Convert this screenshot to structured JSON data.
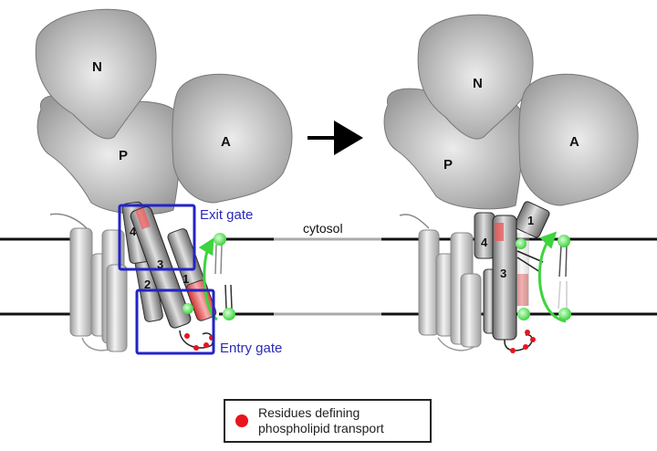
{
  "figure": {
    "left_state": {
      "domains": {
        "n": "N",
        "p": "P",
        "a": "A"
      },
      "helices": {
        "h1": "1",
        "h2": "2",
        "h3": "3",
        "h4": "4"
      },
      "gates": {
        "exit": "Exit gate",
        "entry": "Entry gate"
      },
      "compartment": "cytosol"
    },
    "right_state": {
      "domains": {
        "n": "N",
        "p": "P",
        "a": "A"
      },
      "helices": {
        "h1": "1",
        "h3": "3",
        "h4": "4"
      }
    },
    "transition": "arrow-right",
    "legend": {
      "line1": "Residues defining",
      "line2": "phospholipid transport"
    },
    "colors": {
      "domain_gray": "#a9a9a9",
      "gate_box": "#2323c8",
      "residue_red": "#e8151c",
      "lipid_green": "#44dd44",
      "membrane": "#111111"
    }
  }
}
